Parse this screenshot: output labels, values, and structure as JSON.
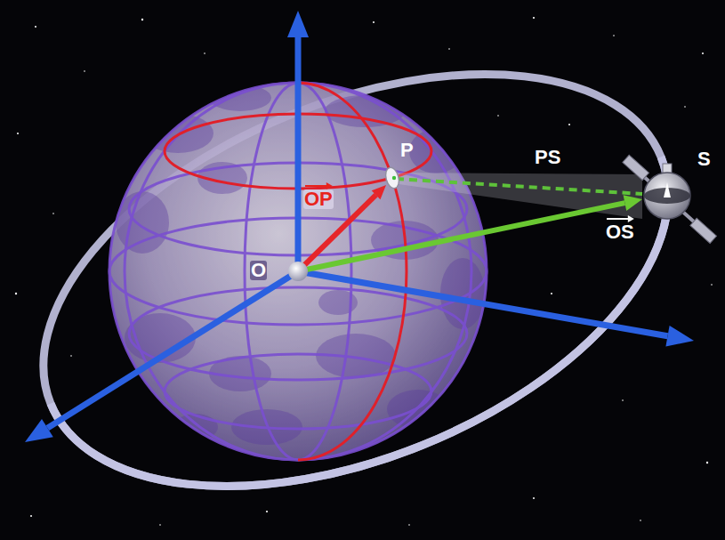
{
  "diagram": {
    "labels": [
      "P",
      "PS",
      "S",
      "OP",
      "O",
      "OS"
    ]
  }
}
